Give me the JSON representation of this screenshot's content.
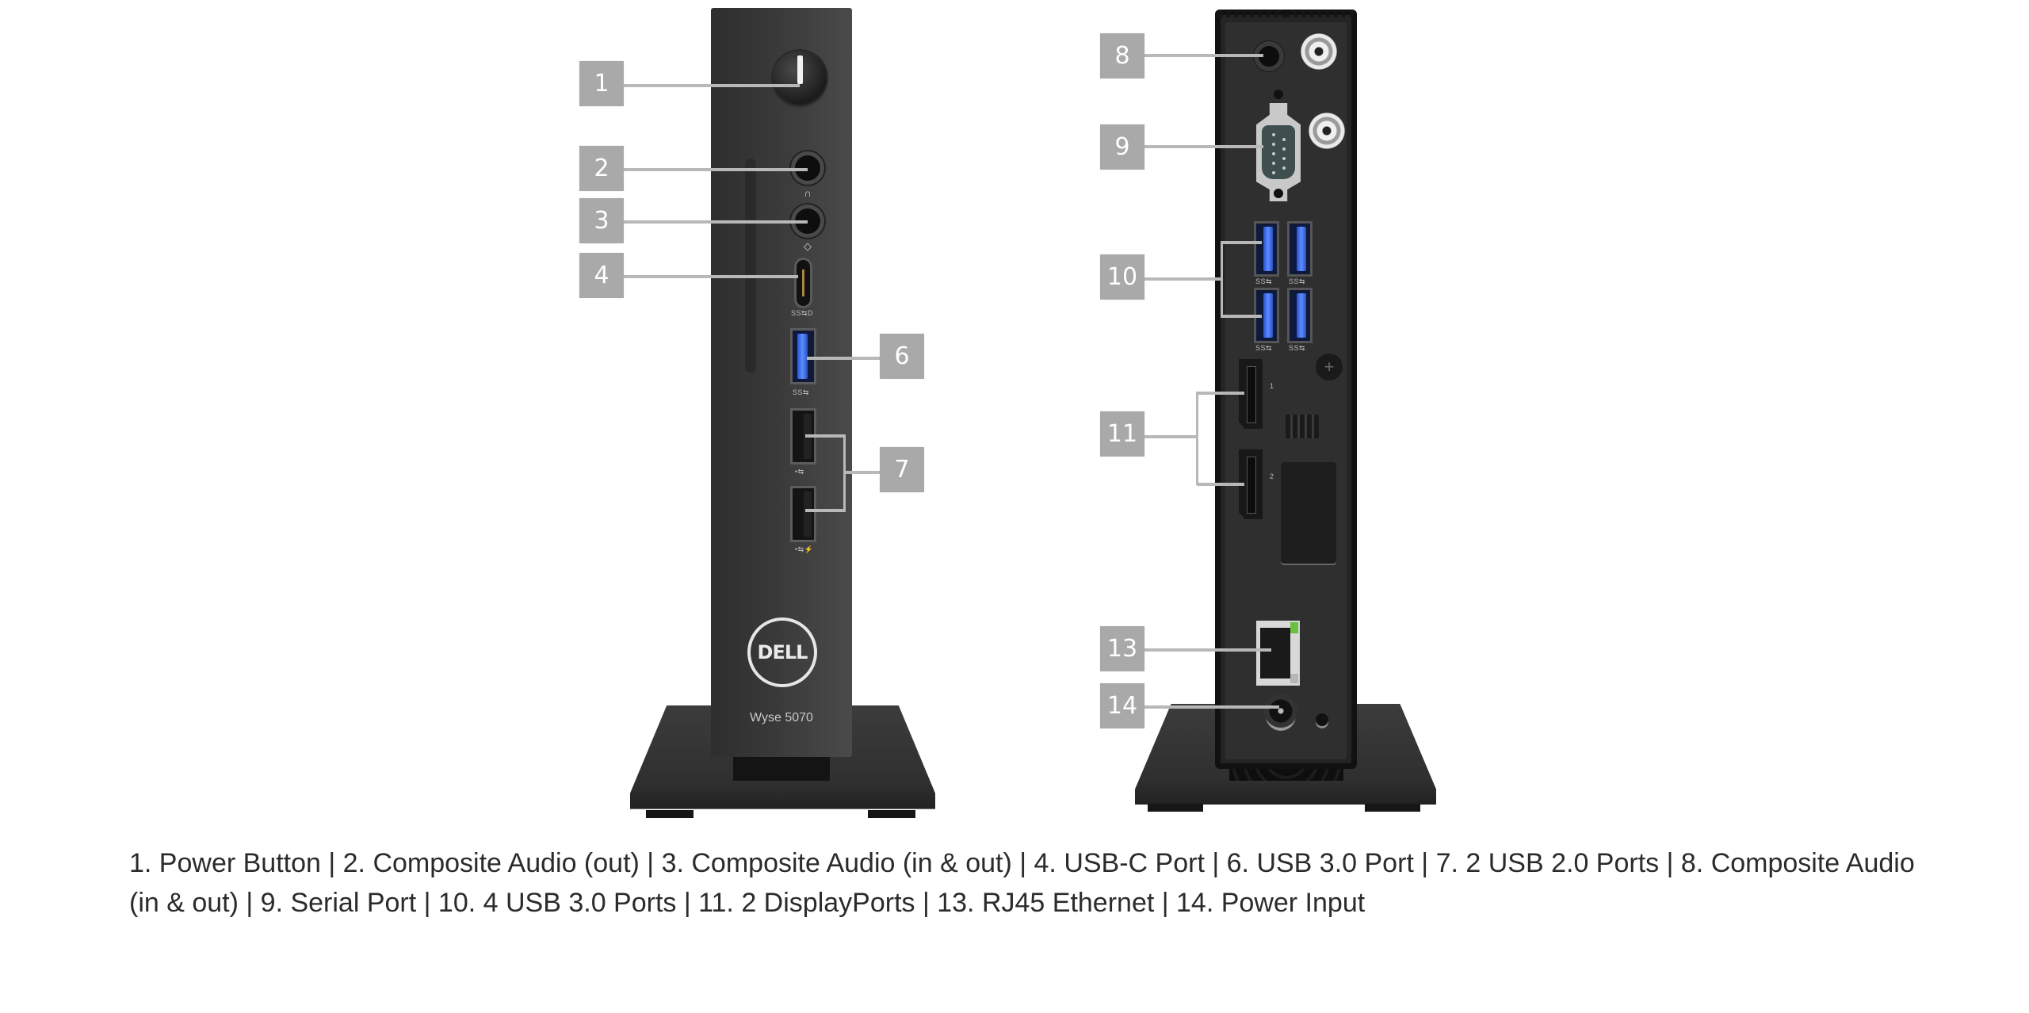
{
  "product": {
    "brand_logo": "DELL",
    "model_label": "Wyse 5070",
    "accent_colors": {
      "usb3_blue": "#3f6fe8",
      "callout_gray": "#a9a9a9",
      "device_black": "#2f2f2f",
      "ethernet_led_green": "#6ac040"
    }
  },
  "front_view": {
    "callouts": [
      {
        "number": "1",
        "port": "power-button"
      },
      {
        "number": "2",
        "port": "composite-audio-out"
      },
      {
        "number": "3",
        "port": "composite-audio-in-out"
      },
      {
        "number": "4",
        "port": "usb-c"
      },
      {
        "number": "6",
        "port": "usb-3.0"
      },
      {
        "number": "7",
        "port": "usb-2.0-pair"
      }
    ],
    "port_glyphs": {
      "headphone": "∩",
      "headset": "◇",
      "usbc_label": "SS⇆D",
      "usb3_label": "SS⇆",
      "usb2_label": "•⇆",
      "usb2_label_b": "•⇆⚡"
    }
  },
  "back_view": {
    "callouts": [
      {
        "number": "8",
        "port": "composite-audio-in-out"
      },
      {
        "number": "9",
        "port": "serial-port"
      },
      {
        "number": "10",
        "port": "usb-3.0-quad"
      },
      {
        "number": "11",
        "port": "displayport-pair"
      },
      {
        "number": "13",
        "port": "rj45-ethernet"
      },
      {
        "number": "14",
        "port": "power-input"
      }
    ],
    "dp_labels": [
      "1",
      "2"
    ],
    "usb3_labels": [
      "SS⇆",
      "SS⇆",
      "SS⇆",
      "SS⇆"
    ],
    "screw_glyph": "+"
  },
  "caption": {
    "items": [
      "1. Power Button",
      "2. Composite Audio (out)",
      "3. Composite Audio (in & out)",
      "4. USB-C Port",
      "6. USB 3.0 Port",
      "7. 2 USB 2.0 Ports",
      "8. Composite Audio (in & out)",
      "9. Serial Port",
      "10. 4 USB 3.0 Ports",
      "11. 2 DisplayPorts",
      "13. RJ45 Ethernet",
      "14. Power Input"
    ],
    "separator": " | ",
    "full_text": "1. Power Button | 2. Composite Audio (out) | 3. Composite Audio (in & out) | 4. USB-C Port | 6. USB 3.0 Port | 7. 2 USB 2.0 Ports | 8. Composite Audio (in & out)  | 9. Serial Port | 10. 4 USB 3.0 Ports | 11. 2 DisplayPorts | 13. RJ45 Ethernet | 14. Power Input"
  }
}
